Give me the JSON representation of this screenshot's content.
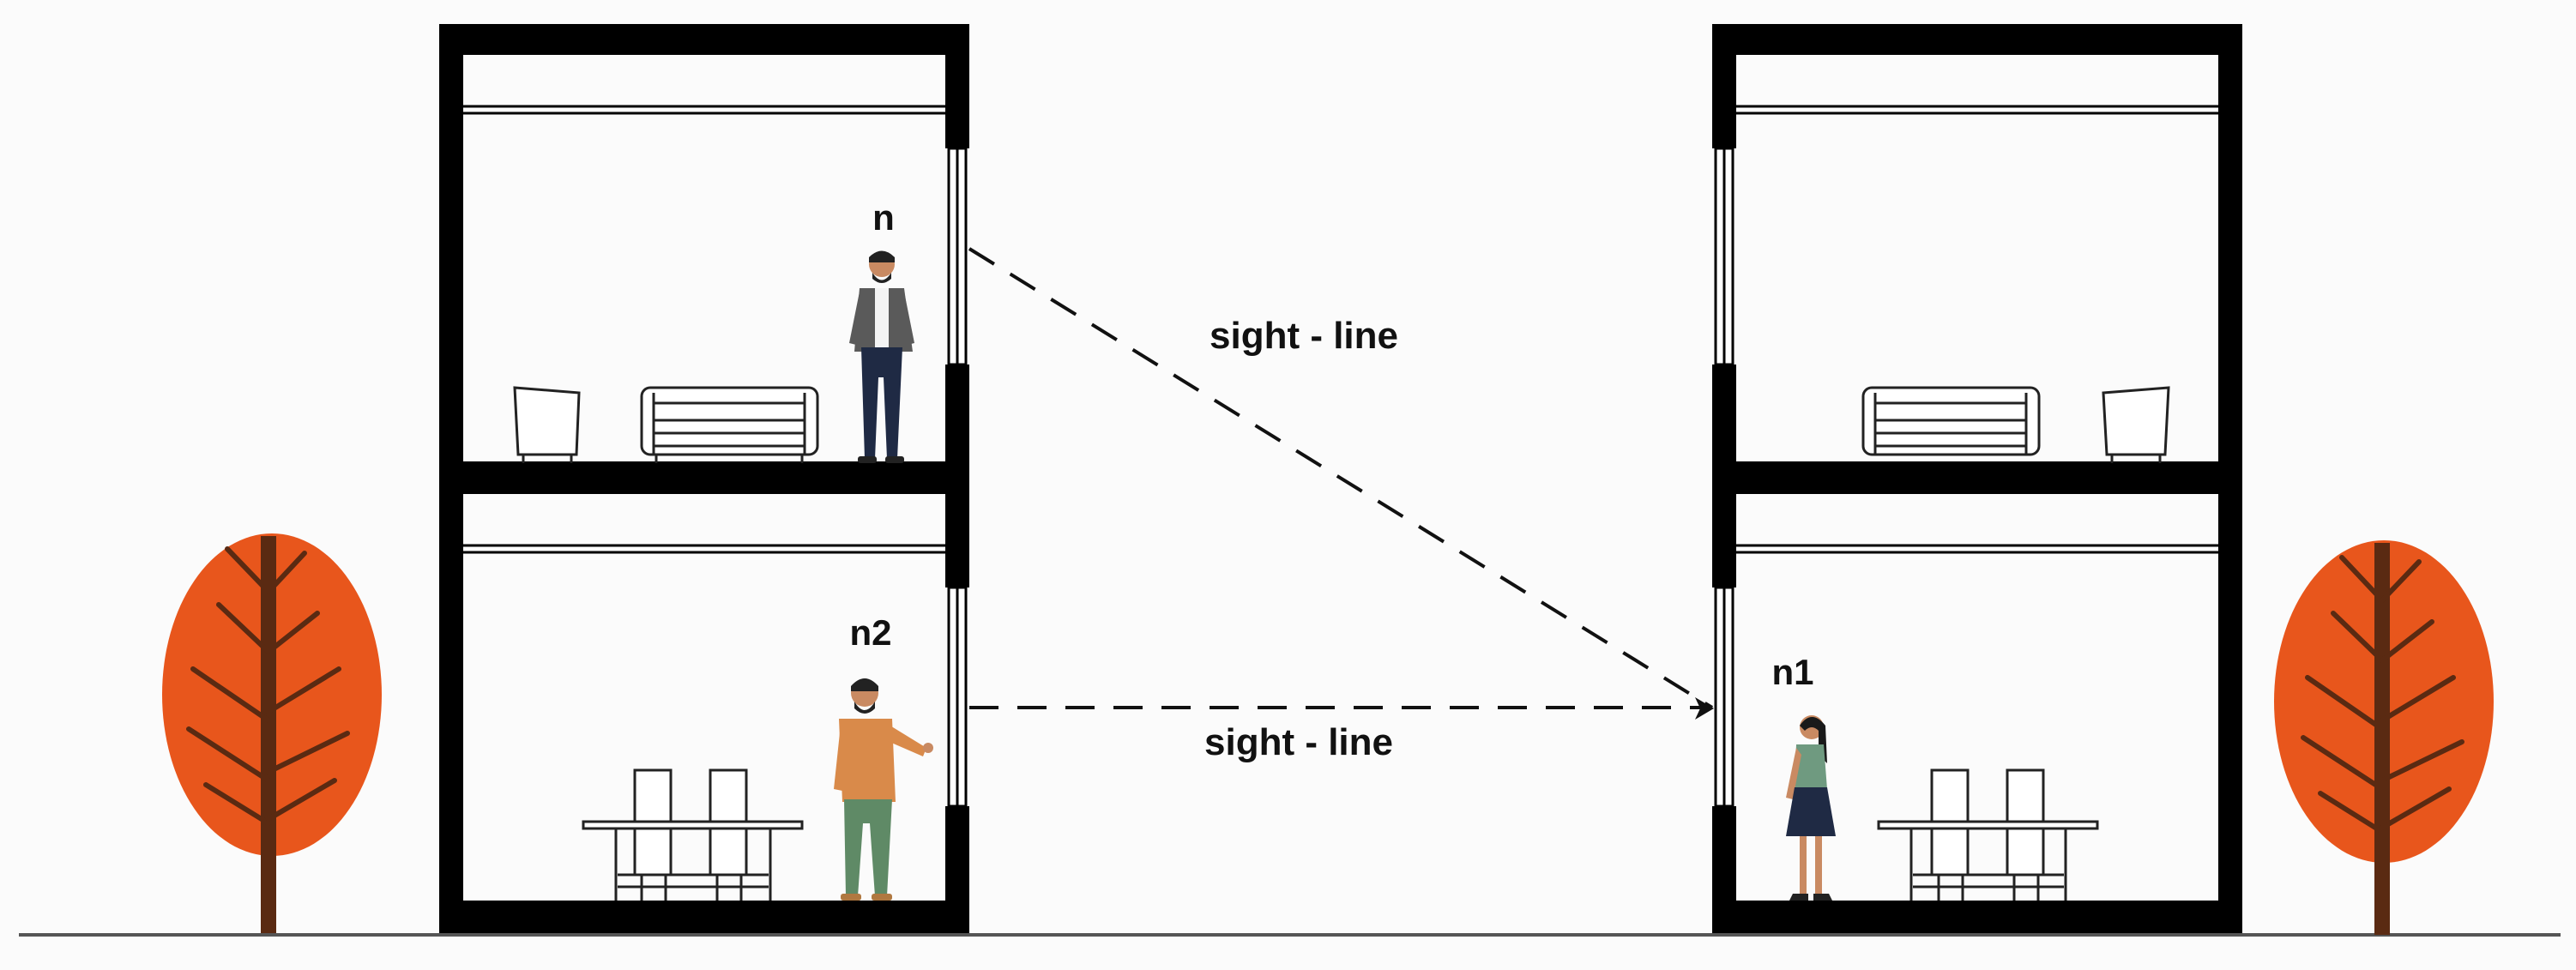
{
  "labels": {
    "person_upper_left": "n",
    "person_lower_left": "n2",
    "person_lower_right": "n1",
    "sight_line_upper": "sight - line",
    "sight_line_lower": "sight - line"
  },
  "colors": {
    "background": "#fbfbfb",
    "wall": "#000000",
    "tree_foliage": "#e8561c",
    "tree_trunk": "#5a2a12",
    "ground": "#555555",
    "sight_line": "#111111",
    "jacket": "#5a5a5a",
    "shirt_orange": "#d98a4a",
    "pants_green": "#5f8a66",
    "top_green": "#6f9a80",
    "skirt_navy": "#1f2a44"
  },
  "icons": {
    "furniture": [
      "armchair-icon",
      "sofa-icon",
      "dining-table-icon",
      "chair-icon"
    ],
    "people": [
      "man-standing-icon",
      "man-gesturing-icon",
      "woman-standing-icon"
    ],
    "trees": [
      "tree-icon"
    ]
  }
}
